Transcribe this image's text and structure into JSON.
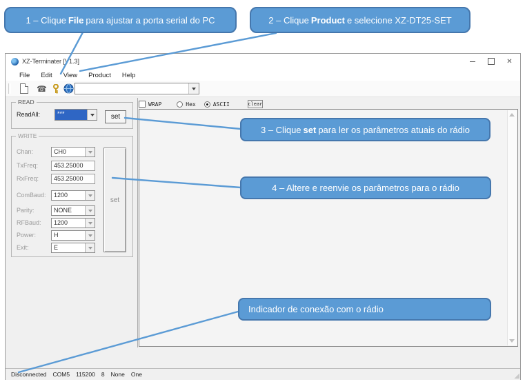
{
  "colors": {
    "accent": "#5b9bd5",
    "callout_border": "#4577ad",
    "selection_blue": "#2f66c4"
  },
  "callouts": {
    "c1": {
      "prefix": "1 – Clique",
      "bold": "File",
      "suffix": "para ajustar a porta serial do PC"
    },
    "c2": {
      "prefix": "2 – Clique",
      "bold": "Product",
      "suffix": "e selecione XZ-DT25-SET"
    },
    "c3": {
      "prefix": "3 – Clique",
      "bold": "set",
      "suffix": "para ler os parâmetros atuais do rádio"
    },
    "c4": {
      "text": "4 – Altere e reenvie os parâmetros para o rádio"
    },
    "c5": {
      "text": "Indicador de conexão com o rádio"
    }
  },
  "window": {
    "title": "XZ-Terminater [V1.3]",
    "menu": [
      "File",
      "Edit",
      "View",
      "Product",
      "Help"
    ]
  },
  "icons": {
    "serial_port": "☎",
    "close": "✕",
    "resize_grip": "◢"
  },
  "toolbar": {
    "combo_value": ""
  },
  "read_group": {
    "label": "READ",
    "readall_label": "ReadAll:",
    "readall_value": "***",
    "set_button": "set"
  },
  "write_group": {
    "label": "WRITE",
    "set_button": "set",
    "fields": [
      {
        "label": "Chan:",
        "value": "CH0"
      },
      {
        "label": "TxFreq:",
        "value": "453.25000"
      },
      {
        "label": "RxFreq:",
        "value": "453.25000"
      },
      {
        "label": "ComBaud:",
        "value": "1200"
      },
      {
        "label": "Parity:",
        "value": "NONE"
      },
      {
        "label": "RFBaud:",
        "value": "1200"
      },
      {
        "label": "Power:",
        "value": "H"
      },
      {
        "label": "Exit:",
        "value": "E"
      }
    ]
  },
  "terminal": {
    "wrap": "WRAP",
    "hex": "Hex",
    "ascii": "ASCII",
    "clear": "clear"
  },
  "statusbar": {
    "segments": [
      "Disconnected",
      "COM5",
      "115200",
      "8",
      "None",
      "One"
    ]
  }
}
